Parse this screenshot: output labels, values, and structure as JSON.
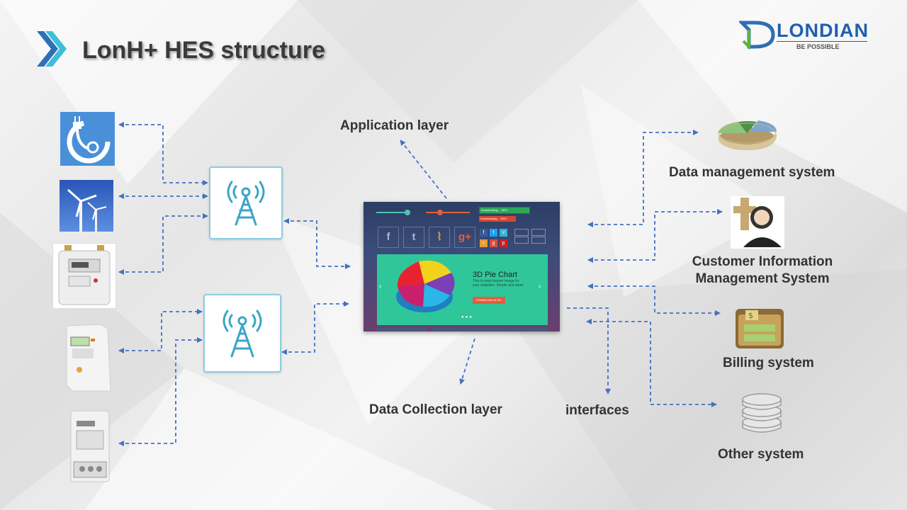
{
  "slide": {
    "title": "LonH+ HES structure",
    "logo": {
      "brand": "LONDIAN",
      "tagline": "BE POSSIBLE",
      "icon": "londian-d-logo"
    }
  },
  "diagram": {
    "labels": {
      "application_layer": "Application layer",
      "data_collection_layer": "Data Collection layer",
      "interfaces": "interfaces",
      "data_management": "Data management system",
      "customer_info_line1": "Customer Information",
      "customer_info_line2": "Management System",
      "billing": "Billing system",
      "other": "Other system"
    },
    "devices": [
      "ev-charger-icon",
      "wind-turbine-icon",
      "gas-meter-icon",
      "electricity-meter-icon",
      "three-phase-meter-icon"
    ],
    "concentrators": [
      "antenna-tower-icon",
      "antenna-tower-icon"
    ],
    "systems": [
      "pie-chart-icon",
      "user-avatar-icon",
      "wallet-icon",
      "database-icon"
    ],
    "dashboard": {
      "card_title": "3D Pie Chart",
      "card_text": "This is main banner image for your websites. Simple and clean",
      "button": "DOWNLOAD IN NIT",
      "progress_1": "Downloading.... 35%",
      "progress_2": "Downloading.... 60%"
    },
    "colors": {
      "arrow": "#4472c4",
      "tower_border": "#8ecbe0",
      "tower_icon": "#3aa5c8",
      "banner": "#2fc79a"
    }
  }
}
